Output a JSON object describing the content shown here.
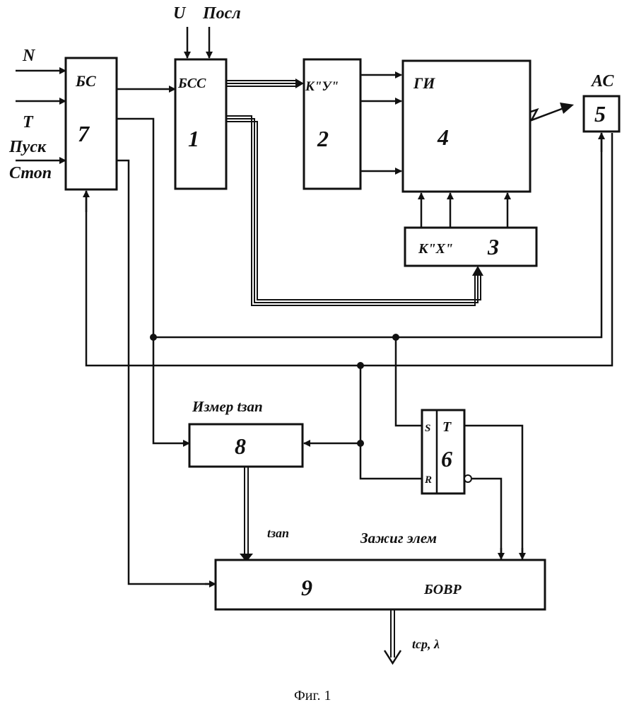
{
  "inputs": {
    "n": "N",
    "t": "T",
    "pusk": "Пуск",
    "stop": "Стоп",
    "u": "U",
    "posl": "Посл"
  },
  "blocks": {
    "bs": {
      "label": "БС",
      "number": "7"
    },
    "bss": {
      "label": "БСС",
      "number": "1"
    },
    "kuy": {
      "label": "К\"У\"",
      "number": "2"
    },
    "gi": {
      "label": "ГИ",
      "number": "4"
    },
    "as": {
      "label": "АС",
      "number": "5"
    },
    "kx": {
      "label": "К\"Х\"",
      "number": "3"
    },
    "izmer": {
      "label": "Измер tзап",
      "number": "8"
    },
    "trigger": {
      "s": "S",
      "t": "T",
      "r": "R",
      "number": "6"
    },
    "bovr": {
      "label": "БОВР",
      "number": "9"
    }
  },
  "signals": {
    "tzap": "tзап",
    "zazhig": "Зажиг элем",
    "output": "tср, λ"
  },
  "caption": "Фиг. 1"
}
